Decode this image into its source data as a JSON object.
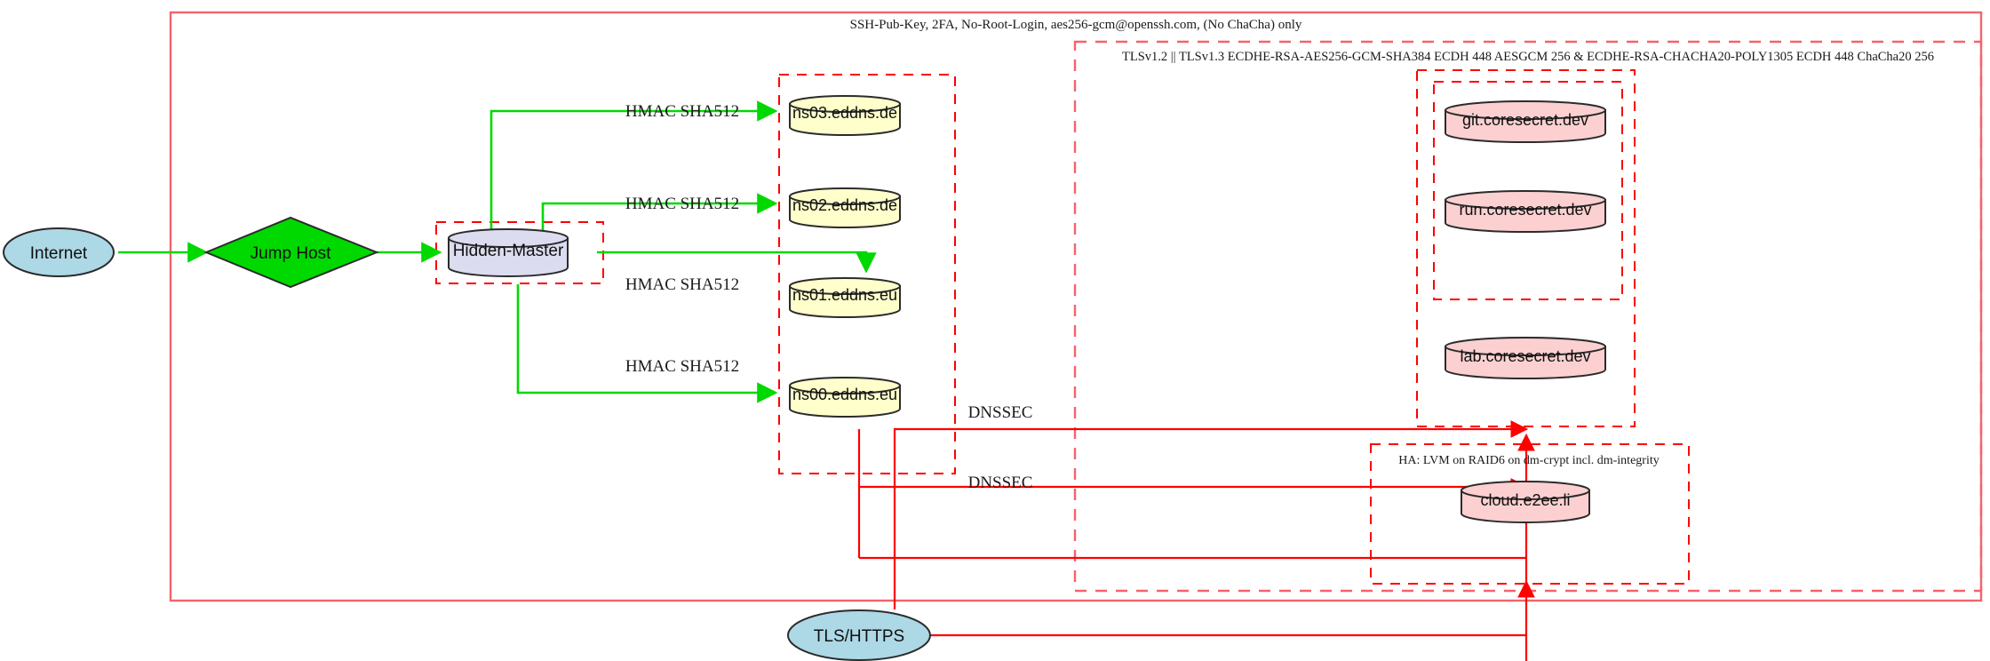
{
  "diagram": {
    "title_top": "SSH-Pub-Key, 2FA, No-Root-Login, aes256-gcm@openssh.com, (No ChaCha) only",
    "tls_cluster_label": "TLSv1.2 || TLSv1.3 ECDHE-RSA-AES256-GCM-SHA384 ECDH 448 AESGCM 256 & ECDHE-RSA-CHACHA20-POLY1305 ECDH 448 ChaCha20 256",
    "ha_cluster_label": "HA: LVM on RAID6 on dm-crypt incl. dm-integrity"
  },
  "nodes": {
    "internet": {
      "label": "Internet",
      "shape": "ellipse",
      "fill": "#add8e6"
    },
    "jump_host": {
      "label": "Jump Host",
      "shape": "diamond",
      "fill": "#00d900"
    },
    "hidden_master": {
      "label": "Hidden-Master",
      "shape": "cylinder",
      "fill": "#dcdcf0"
    },
    "tls_https": {
      "label": "TLS/HTTPS",
      "shape": "ellipse",
      "fill": "#add8e6"
    },
    "ns03": {
      "label": "ns03.eddns.de",
      "shape": "cylinder",
      "fill": "#ffffcc"
    },
    "ns02": {
      "label": "ns02.eddns.de",
      "shape": "cylinder",
      "fill": "#ffffcc"
    },
    "ns01": {
      "label": "ns01.eddns.eu",
      "shape": "cylinder",
      "fill": "#ffffcc"
    },
    "ns00": {
      "label": "ns00.eddns.eu",
      "shape": "cylinder",
      "fill": "#ffffcc"
    },
    "git": {
      "label": "git.coresecret.dev",
      "shape": "cylinder",
      "fill": "#fcd0d0"
    },
    "run": {
      "label": "run.coresecret.dev",
      "shape": "cylinder",
      "fill": "#fcd0d0"
    },
    "lab": {
      "label": "lab.coresecret.dev",
      "shape": "cylinder",
      "fill": "#fcd0d0"
    },
    "cloud": {
      "label": "cloud.e2ee.li",
      "shape": "cylinder",
      "fill": "#fcd0d0"
    }
  },
  "edge_labels": {
    "hmac_ns03": "HMAC SHA512",
    "hmac_ns02": "HMAC SHA512",
    "hmac_ns01": "HMAC SHA512",
    "hmac_ns00": "HMAC SHA512",
    "dnssec_upper": "DNSSEC",
    "dnssec_lower": "DNSSEC"
  },
  "colors": {
    "cluster_stroke": "#ff0000",
    "edge_green": "#00d900",
    "edge_red": "#ff0000",
    "dns_fill": "#ffffcc",
    "app_fill": "#fcd0d0",
    "net_fill": "#add8e6",
    "master_fill": "#dcdcf0"
  }
}
